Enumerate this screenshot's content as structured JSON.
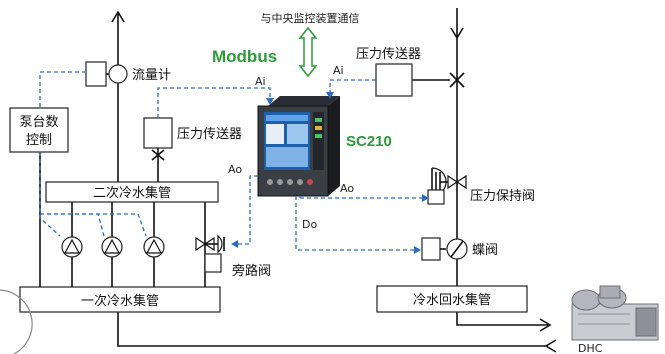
{
  "labels": {
    "central_monitoring": "与中央监控装置通信",
    "modbus": "Modbus",
    "controller_model": "SC210",
    "flow_meter": "流量计",
    "pressure_sensor_right": "压力传送器",
    "pressure_sensor_left": "压力传送器",
    "pump_count_control_line1": "泵台数",
    "pump_count_control_line2": "控制",
    "secondary_header": "二次冷水集管",
    "primary_header": "一次冷水集管",
    "return_header": "冷水回水集管",
    "pressure_holding_valve": "压力保持阀",
    "butterfly_valve": "蝶阀",
    "bypass_valve": "旁路阀",
    "dhc": "DHC",
    "signal_ai_left": "Ai",
    "signal_ai_right": "Ai",
    "signal_ao_left": "Ao",
    "signal_ao_right": "Ao",
    "signal_do": "Do"
  },
  "colors": {
    "modbus_green": "#2e9a3a",
    "signal_blue": "#2b6cc4",
    "pipe": "#111111"
  },
  "icons": [
    "flow-meter-icon",
    "pressure-sensor-icon",
    "pump-icon",
    "valve-icon",
    "actuator-icon",
    "controller-device-icon",
    "chiller-icon"
  ]
}
